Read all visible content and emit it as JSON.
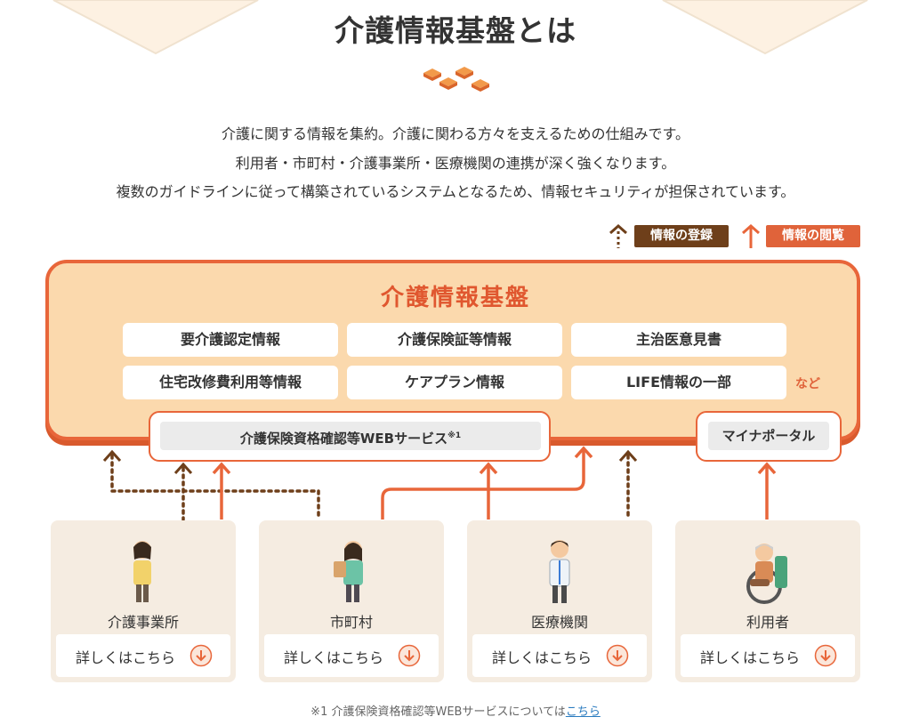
{
  "page": {
    "title": "介護情報基盤とは",
    "intro": [
      "介護に関する情報を集約。介護に関わる方々を支えるための仕組みです。",
      "利用者・市町村・介護事業所・医療機関の連携が深く強くなります。",
      "複数のガイドラインに従って構築されているシステムとなるため、情報セキュリティが担保されています。"
    ]
  },
  "legend": {
    "registration": "情報の登録",
    "viewing": "情報の閲覧"
  },
  "platform": {
    "title": "介護情報基盤",
    "items": [
      "要介護認定情報",
      "介護保険証等情報",
      "主治医意見書",
      "住宅改修費利用等情報",
      "ケアプラン情報",
      "LIFE情報の一部"
    ],
    "etc": "など"
  },
  "portals": {
    "web": "介護保険資格確認等WEBサービス",
    "web_note_mark": "※1",
    "myna": "マイナポータル"
  },
  "cards": [
    {
      "label": "介護事業所",
      "button": "詳しくはこちら",
      "icon": "caregiver-icon"
    },
    {
      "label": "市町村",
      "button": "詳しくはこちら",
      "icon": "municipal-staff-icon"
    },
    {
      "label": "医療機関",
      "button": "詳しくはこちら",
      "icon": "doctor-icon"
    },
    {
      "label": "利用者",
      "button": "詳しくはこちら",
      "icon": "wheelchair-user-icon"
    }
  ],
  "footnote": {
    "text": "※1 介護保険資格確認等WEBサービスについては",
    "link": "こちら"
  },
  "colors": {
    "accent": "#e8663a",
    "register": "#6e3f1a",
    "platform_fill": "#fbd9ad",
    "card_fill": "#f5ece1"
  }
}
